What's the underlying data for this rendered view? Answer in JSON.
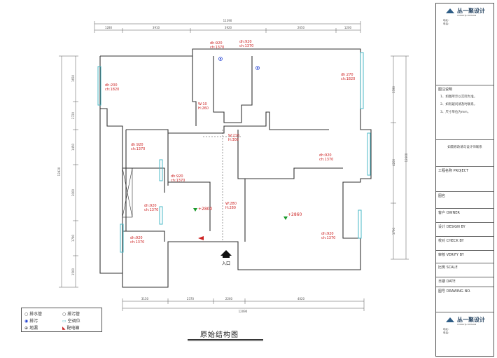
{
  "plan": {
    "title": "原始结构图",
    "entrance_label": "入口",
    "dimensions": {
      "top_total": "11390",
      "top_segments": [
        "1280",
        "3910",
        "3920",
        "2650",
        "1200"
      ],
      "bottom_total": "12090",
      "bottom_segments": [
        "3150",
        "2370",
        "2260",
        "4020"
      ],
      "left_segments": [
        "1650",
        "2720",
        "1450",
        "3000",
        "1790",
        "1500"
      ],
      "left_total": "13920",
      "right_segments": [
        "3590",
        "4200",
        "1700"
      ],
      "right_total": "12600"
    },
    "room_labels": [
      {
        "id": "r1",
        "lines": [
          "dh:920",
          "ch:1370"
        ]
      },
      {
        "id": "r2",
        "lines": [
          "dh:920",
          "ch:1370"
        ]
      },
      {
        "id": "r3",
        "lines": [
          "dh:200",
          "ch:1820"
        ]
      },
      {
        "id": "r4",
        "lines": [
          "dh:270",
          "ch:1820"
        ]
      },
      {
        "id": "r5",
        "lines": [
          "W:10",
          "H:260"
        ]
      },
      {
        "id": "r6",
        "lines": [
          "W:210",
          "H:300"
        ]
      },
      {
        "id": "r7",
        "lines": [
          "dh:920",
          "ch:1370"
        ]
      },
      {
        "id": "r8",
        "lines": [
          "dh:920",
          "ch:1370"
        ]
      },
      {
        "id": "r9",
        "lines": [
          "dh:920",
          "ch:1370"
        ]
      },
      {
        "id": "r10",
        "lines": [
          "dh:920",
          "ch:1370"
        ]
      },
      {
        "id": "r11",
        "lines": [
          "W:280",
          "H:280"
        ]
      },
      {
        "id": "r12",
        "lines": [
          "dh:920",
          "ch:1370"
        ]
      },
      {
        "id": "r13",
        "lines": [
          "dh:920",
          "ch:1370"
        ]
      }
    ],
    "elevations": [
      "+2800",
      "+2860"
    ]
  },
  "legend": {
    "drain_pipe": "排水管",
    "sewage_pipe": "排污管",
    "sewage": "排污",
    "ac_position": "空调位",
    "floor_drain": "地漏",
    "distribution_box": "配电箱"
  },
  "title_block": {
    "company": "丛一聚设计",
    "company_en": "CONGYIJU DESIGN",
    "address": "地址：",
    "phone": "电话：",
    "notes_header": "图注说明",
    "notes": [
      "1、如图所示以实际为准，",
      "2、如有疑问请及时联系，",
      "3、尺寸单位为mm，"
    ],
    "disclaimer": "如需修改请与设计师联系",
    "fields": [
      "工程名称 PROJECT",
      "图名",
      "客户 OWNER",
      "设计 DESIGN BY",
      "校对 CHECK BY",
      "审核 VERIFY BY",
      "比例 SCALE",
      "日期 DATE",
      "图号 DRAWING NO."
    ]
  },
  "colors": {
    "wall": "#333333",
    "window": "#4ab8c7",
    "dims": "#555555",
    "annotation": "#cc2222",
    "elevation": "#1a9a2a",
    "drain": "#1a3ad0"
  }
}
